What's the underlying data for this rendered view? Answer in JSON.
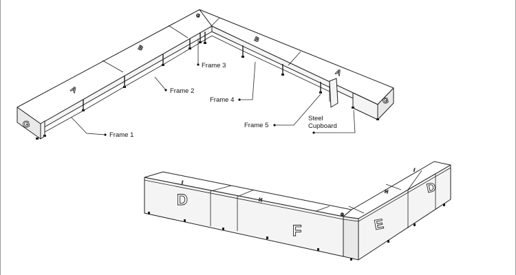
{
  "labels": {
    "frame1": "Frame 1",
    "frame2": "Frame 2",
    "frame3": "Frame 3",
    "frame4": "Frame 4",
    "frame5": "Frame 5",
    "steel_line1": "Steel",
    "steel_line2": "Cupboard"
  },
  "top_assembly_letters": {
    "left_end": "G",
    "left_arm": "A",
    "left_mid": "B",
    "corner": "G",
    "right_mid": "B",
    "right_arm": "A",
    "right_end": "G"
  },
  "bottom_assembly_letters": {
    "left_top": "I",
    "left_front": "D",
    "mid_top": "H",
    "mid_front": "F",
    "corner_top": "G",
    "right_front": "E",
    "right_top_a": "H",
    "right_top_b": "I",
    "right_end": "D"
  }
}
